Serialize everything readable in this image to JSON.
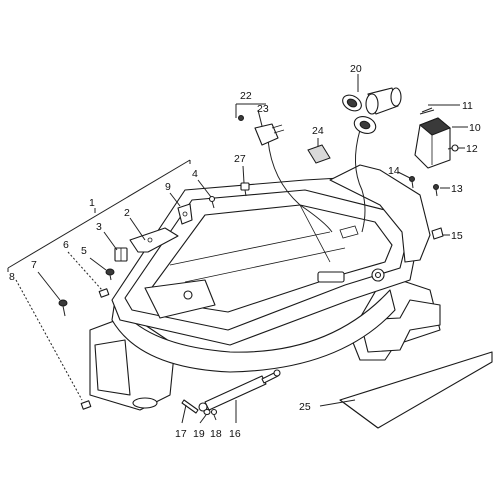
{
  "labels": {
    "l1": "1",
    "l2": "2",
    "l3": "3",
    "l4": "4",
    "l5": "5",
    "l6": "6",
    "l7": "7",
    "l8": "8",
    "l9": "9",
    "l10": "10",
    "l11": "11",
    "l12": "12",
    "l13": "13",
    "l14": "14",
    "l15": "15",
    "l16": "16",
    "l17": "17",
    "l18": "18",
    "l19": "19",
    "l20": "20",
    "l22": "22",
    "l23": "23",
    "l24": "24",
    "l25": "25",
    "l27": "27"
  }
}
